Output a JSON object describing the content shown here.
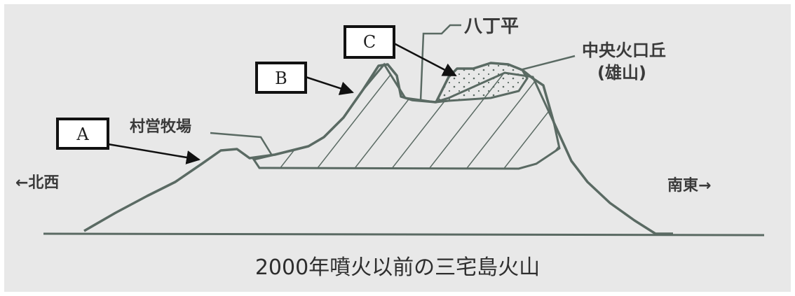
{
  "labels": {
    "hatchobaira": "八丁平",
    "central_cone": "中央火口丘",
    "central_cone_sub": "(雄山)",
    "pasture": "村営牧場",
    "northwest": "←北西",
    "southeast": "南東→"
  },
  "boxes": {
    "a": "A",
    "b": "B",
    "c": "C"
  },
  "caption": "2000年噴火以前の三宅島火山",
  "colors": {
    "background": "#ffffff",
    "panel": "#e9e9e9",
    "line": "#5a6a63",
    "text": "#333333",
    "box_border": "#111111"
  }
}
